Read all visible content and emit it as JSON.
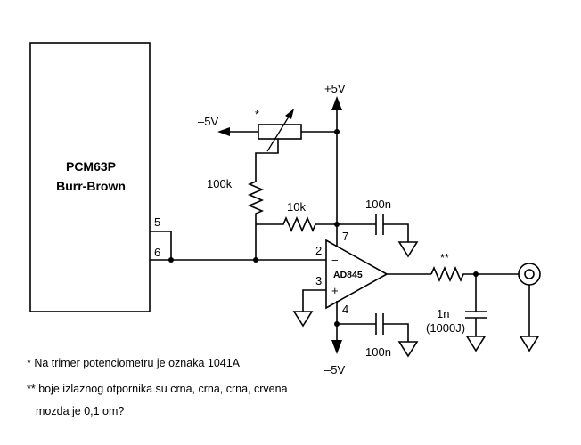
{
  "chip": {
    "line1": "PCM63P",
    "line2": "Burr-Brown",
    "pin5": "5",
    "pin6": "6"
  },
  "opamp": {
    "name": "AD845",
    "minus": "−",
    "plus": "+",
    "pin2": "2",
    "pin3": "3",
    "pin4": "4",
    "pin7": "7"
  },
  "supplies": {
    "pos": "+5V",
    "neg": "–5V",
    "neg_trim": "–5V"
  },
  "components": {
    "trimmer_mark": "*",
    "r_100k": "100k",
    "r_10k": "10k",
    "c_top": "100n",
    "c_bottom": "100n",
    "r_out_mark": "**",
    "c_out": "1n",
    "c_out_code": "(1000J)"
  },
  "notes": {
    "note1": "* Na trimer potenciometru je oznaka 1041A",
    "note2": "** boje izlaznog otpornika su crna, crna, crna, crvena",
    "note3": "mozda je 0,1 om?"
  }
}
